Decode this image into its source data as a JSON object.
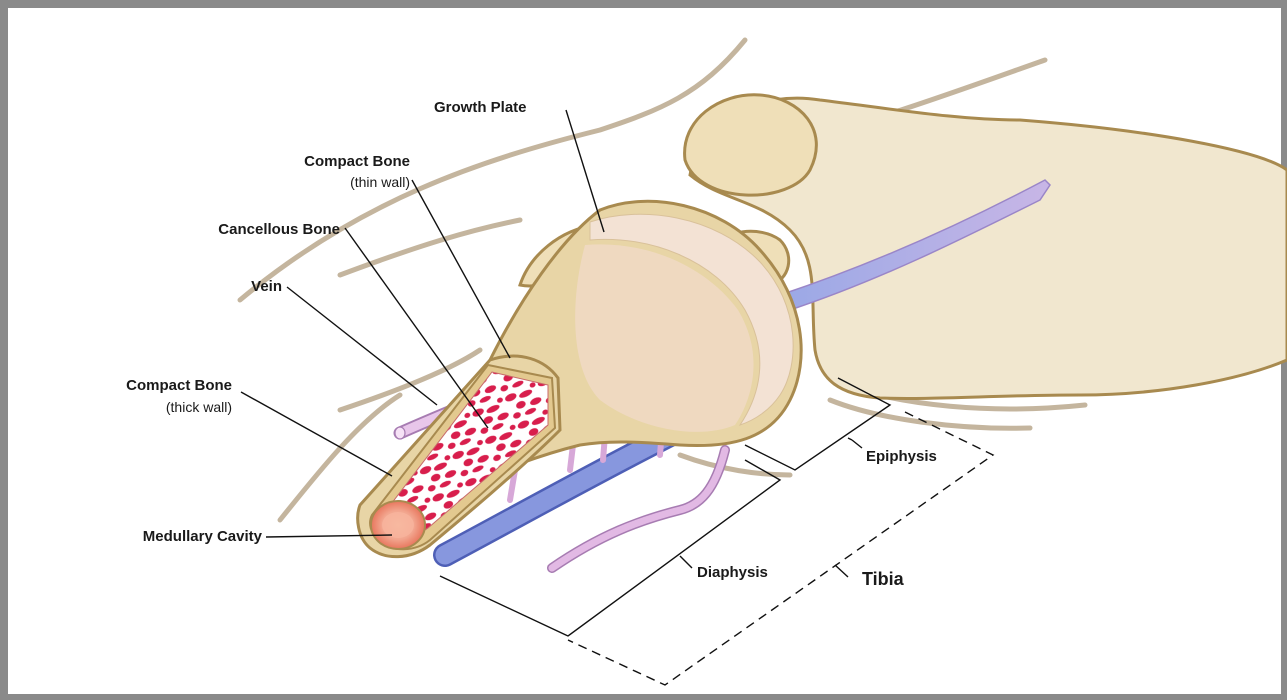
{
  "labels": {
    "growth_plate": "Growth Plate",
    "compact_thin_title": "Compact Bone",
    "compact_thin_sub": "(thin wall)",
    "cancellous": "Cancellous Bone",
    "vein": "Vein",
    "compact_thick_title": "Compact Bone",
    "compact_thick_sub": "(thick wall)",
    "medullary": "Medullary Cavity",
    "epiphysis": "Epiphysis",
    "diaphysis": "Diaphysis",
    "tibia": "Tibia"
  },
  "colors": {
    "bone_fill": "#e8d5a6",
    "bone_outline": "#a88a4f",
    "growth_plate": "#f3e2d4",
    "cancellous_red": "#d81e4c",
    "vein_blue": "#7e8ed6",
    "vessel_pink": "#d7a8d8",
    "skin_outline": "#c4b59e",
    "knee_fill": "#f1e7cf"
  }
}
